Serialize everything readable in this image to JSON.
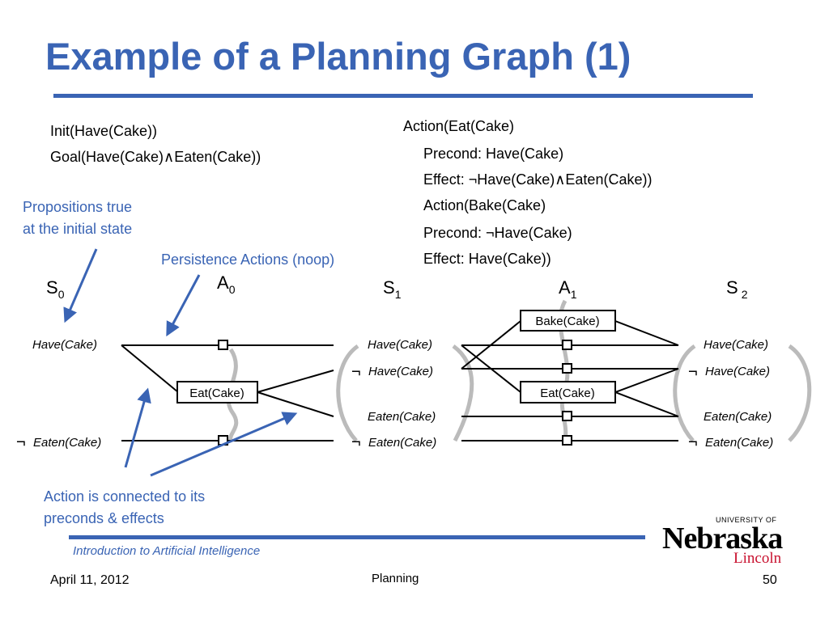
{
  "title": "Example of a Planning Graph (1)",
  "problem": {
    "init": "Init(Have(Cake))",
    "goal": "Goal(Have(Cake)∧Eaten(Cake))"
  },
  "actions": {
    "lines": [
      "Action(Eat(Cake)",
      "Precond: Have(Cake)",
      "Effect: ¬Have(Cake)∧Eaten(Cake))",
      "Action(Bake(Cake)",
      "Precond: ¬Have(Cake)",
      "Effect: Have(Cake))"
    ]
  },
  "annotations": {
    "initial_line1": "Propositions true",
    "initial_line2": "at the initial state",
    "noop": "Persistence Actions (noop)",
    "connected_line1": "Action is connected to its",
    "connected_line2": "preconds & effects"
  },
  "graph": {
    "levels": [
      {
        "letter": "S",
        "sub": "0"
      },
      {
        "letter": "A",
        "sub": "0"
      },
      {
        "letter": "S",
        "sub": "1"
      },
      {
        "letter": "A",
        "sub": "1"
      },
      {
        "letter": "S",
        "sub": "2"
      }
    ],
    "s0": [
      "Have(Cake)",
      "Eaten(Cake)"
    ],
    "s1": [
      "Have(Cake)",
      "Have(Cake)",
      "Eaten(Cake)",
      "Eaten(Cake)"
    ],
    "s2": [
      "Have(Cake)",
      "Have(Cake)",
      "Eaten(Cake)",
      "Eaten(Cake)"
    ],
    "a0_action": "Eat(Cake)",
    "a1_actions": [
      "Bake(Cake)",
      "Eat(Cake)"
    ],
    "negation_symbol": "¬"
  },
  "footer": {
    "course": "Introduction to Artificial Intelligence",
    "date": "April 11, 2012",
    "topic": "Planning",
    "page": "50"
  },
  "logo": {
    "university": "UNIVERSITY OF",
    "name": "Nebraska",
    "city": "Lincoln"
  },
  "colors": {
    "accent": "#3a64b4",
    "mutex": "#bbbbbb",
    "logo_red": "#c8102e"
  }
}
